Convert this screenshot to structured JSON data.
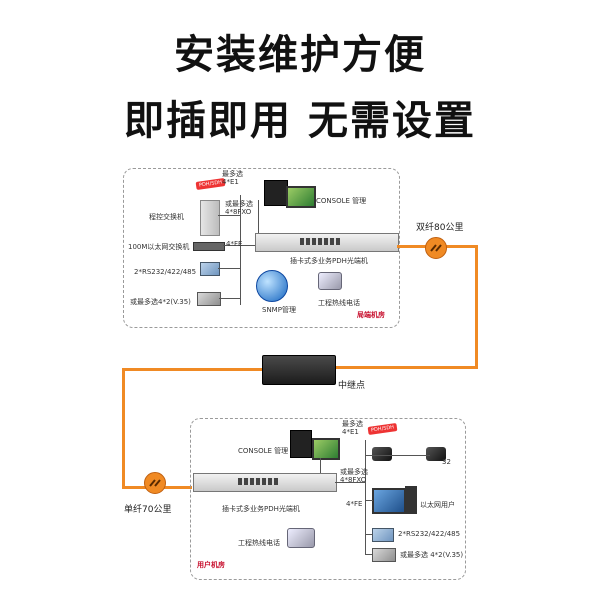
{
  "header": {
    "line1": "安装维护方便",
    "line2": "即插即用  无需设置"
  },
  "top_room": {
    "title": "局端机房",
    "labels": {
      "max_e1": "最多选\n4*E1",
      "switch_exchange": "程控交换机",
      "max_fxo": "或最多选\n4*8FXO",
      "ethernet_switch": "100M以太网交换机",
      "fe": "4*FE",
      "rs232": "2*RS232/422/485",
      "v35": "或最多选4*2(V.35)",
      "console": "CONSOLE 管理",
      "pdh": "插卡式多业务PDH光端机",
      "snmp": "SNMP管理",
      "hotline": "工程热线电话"
    },
    "tag": "PDH/SDH"
  },
  "links": {
    "dual_fiber": "双纤80公里",
    "single_fiber": "单纤70公里",
    "relay": "中继点"
  },
  "bottom_room": {
    "title": "用户机房",
    "labels": {
      "max_e1": "最多选\n4*E1",
      "console": "CONSOLE 管理",
      "max_fxo": "或最多选\n4*8FXO",
      "fe": "4*FE",
      "pdh": "插卡式多业务PDH光端机",
      "ethernet_user": "以太网用户",
      "rs232": "2*RS232/422/485",
      "hotline": "工程热线电话",
      "v35": "或最多选 4*2(V.35)",
      "phone_count": "32"
    },
    "tag": "PDH/SDH"
  },
  "colors": {
    "fiber": "#f08a24",
    "accent_red": "#c8102e"
  }
}
